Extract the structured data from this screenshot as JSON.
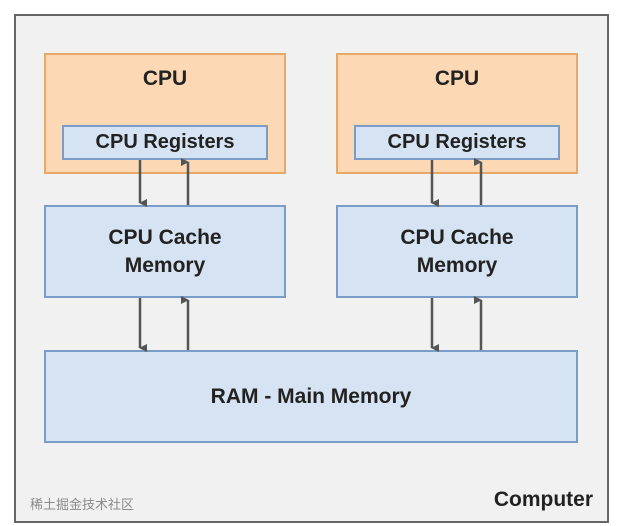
{
  "cpus": [
    {
      "title": "CPU",
      "registers": "CPU Registers",
      "cache": "CPU Cache Memory"
    },
    {
      "title": "CPU",
      "registers": "CPU Registers",
      "cache": "CPU Cache Memory"
    }
  ],
  "ram": "RAM - Main Memory",
  "container_label": "Computer",
  "watermark": "稀土掘金技术社区",
  "colors": {
    "cpu_fill": "#fcd9b4",
    "cpu_border": "#e8a86a",
    "memory_fill": "#d5e3f2",
    "memory_border": "#7a9cc6",
    "arrow": "#555555"
  }
}
